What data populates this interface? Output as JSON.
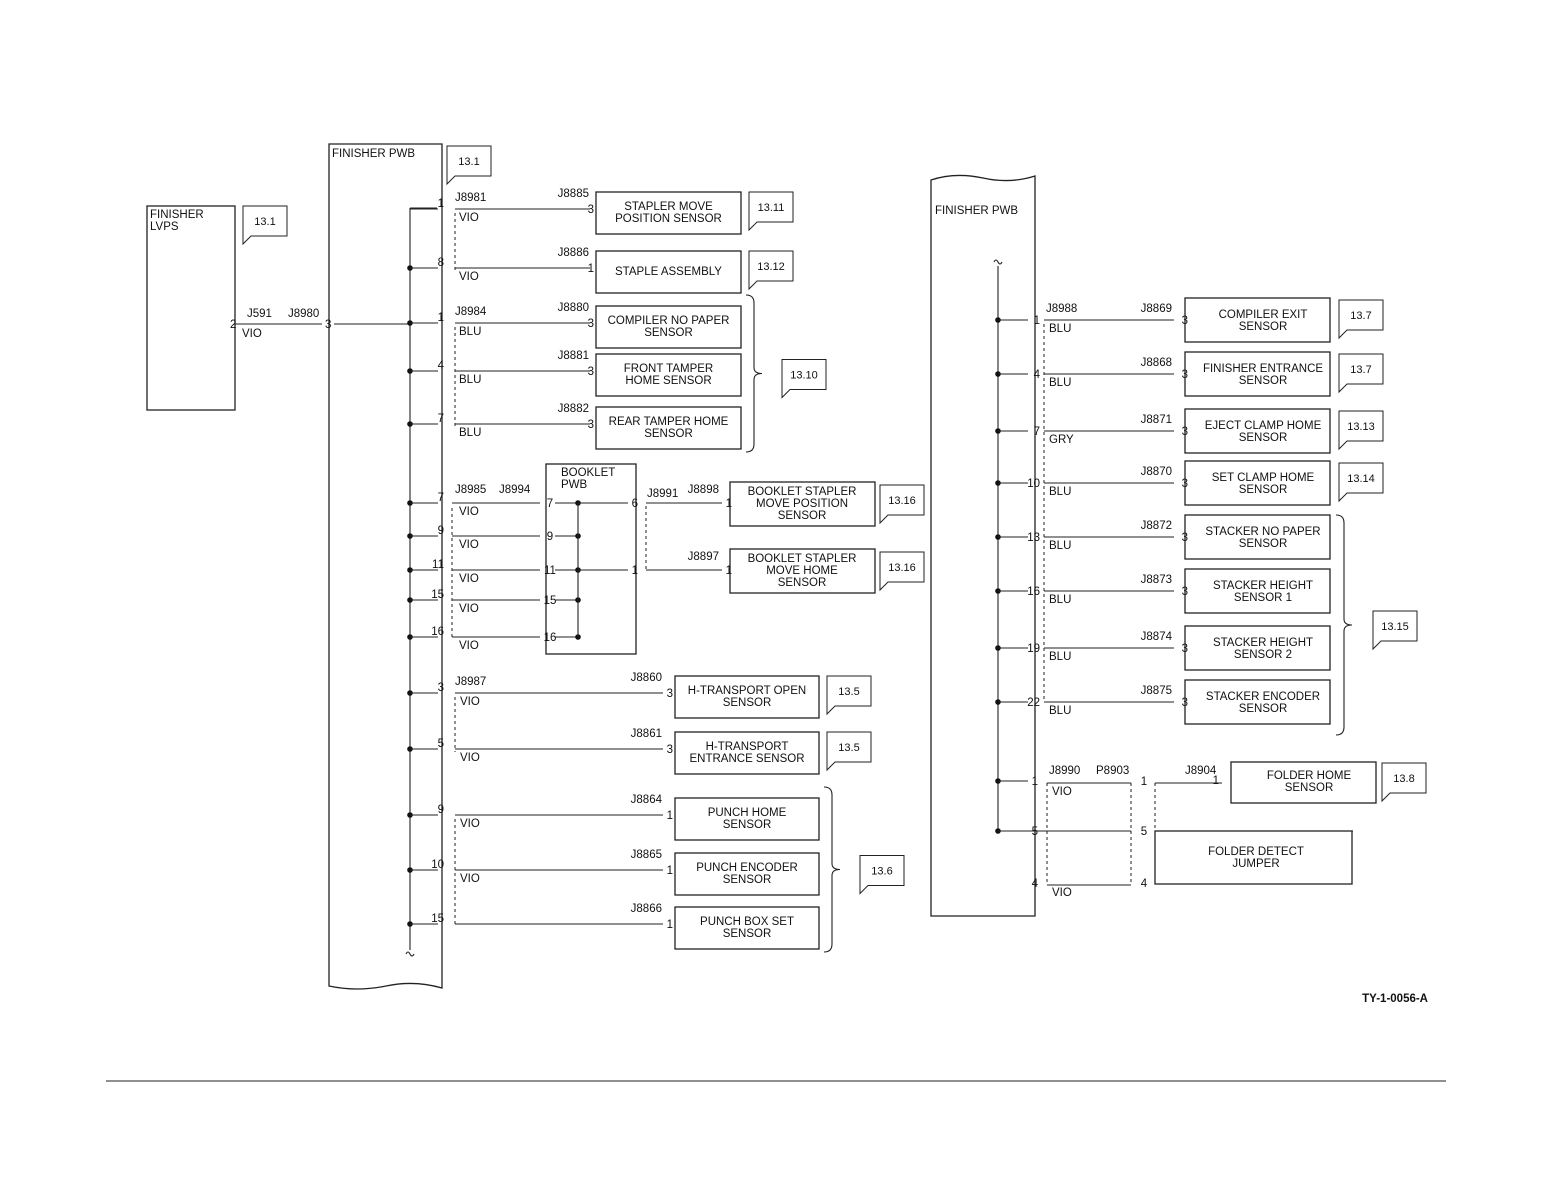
{
  "diagram_id": "TY-1-0056-A",
  "lvps": {
    "title": [
      "FINISHER",
      "LVPS"
    ],
    "ref": "13.1",
    "pin": "2",
    "wire": "VIO",
    "conn_a": "J591",
    "conn_b": "J8980"
  },
  "pwb_left": {
    "title": "FINISHER PWB",
    "ref": "13.1",
    "input_pin": "3"
  },
  "pwb_right": {
    "title": "FINISHER PWB"
  },
  "booklet_pwb": {
    "title": [
      "BOOKLET",
      "PWB"
    ],
    "out_pins": [
      "6",
      "1"
    ],
    "conn_a": "J8985",
    "conn_b": "J8994",
    "conn_c": "J8991"
  },
  "left_groups": [
    {
      "conn": "J8981",
      "rows": [
        {
          "pin": "1",
          "wire": "VIO",
          "jack": "J8885",
          "cpin": "3",
          "label": [
            "STAPLER MOVE",
            "POSITION SENSOR"
          ],
          "ref": "13.11"
        },
        {
          "pin": "8",
          "wire": "VIO",
          "jack": "J8886",
          "cpin": "1",
          "label": [
            "STAPLE ASSEMBLY"
          ],
          "ref": "13.12"
        }
      ]
    },
    {
      "conn": "J8984",
      "bracket_ref": "13.10",
      "rows": [
        {
          "pin": "1",
          "wire": "BLU",
          "jack": "J8880",
          "cpin": "3",
          "label": [
            "COMPILER NO PAPER",
            "SENSOR"
          ]
        },
        {
          "pin": "4",
          "wire": "BLU",
          "jack": "J8881",
          "cpin": "3",
          "label": [
            "FRONT TAMPER",
            "HOME SENSOR"
          ]
        },
        {
          "pin": "7",
          "wire": "BLU",
          "jack": "J8882",
          "cpin": "3",
          "label": [
            "REAR TAMPER HOME",
            "SENSOR"
          ]
        }
      ]
    },
    {
      "rows": [
        {
          "pin": "7",
          "wire": "VIO",
          "bpin": "7"
        },
        {
          "pin": "9",
          "wire": "VIO",
          "bpin": "9"
        },
        {
          "pin": "11",
          "wire": "VIO",
          "bpin": "11"
        },
        {
          "pin": "15",
          "wire": "VIO",
          "bpin": "15"
        },
        {
          "pin": "16",
          "wire": "VIO",
          "bpin": "16"
        }
      ]
    },
    {
      "conn": "J8987",
      "rows": [
        {
          "pin": "3",
          "wire": "VIO",
          "jack": "J8860",
          "cpin": "3",
          "label": [
            "H-TRANSPORT OPEN",
            "SENSOR"
          ],
          "ref": "13.5"
        },
        {
          "pin": "5",
          "wire": "VIO",
          "jack": "J8861",
          "cpin": "3",
          "label": [
            "H-TRANSPORT",
            "ENTRANCE  SENSOR"
          ],
          "ref": "13.5"
        }
      ]
    },
    {
      "bracket_ref": "13.6",
      "rows": [
        {
          "pin": "9",
          "wire": "VIO",
          "jack": "J8864",
          "cpin": "1",
          "label": [
            "PUNCH HOME",
            "SENSOR"
          ]
        },
        {
          "pin": "10",
          "wire": "VIO",
          "jack": "J8865",
          "cpin": "1",
          "label": [
            "PUNCH ENCODER",
            "SENSOR"
          ]
        },
        {
          "pin": "15",
          "wire": "",
          "jack": "J8866",
          "cpin": "1",
          "label": [
            "PUNCH BOX SET",
            "SENSOR"
          ]
        }
      ]
    }
  ],
  "booklet_sensors": [
    {
      "jack": "J8898",
      "cpin": "1",
      "label": [
        "BOOKLET STAPLER",
        "MOVE POSITION",
        "SENSOR"
      ],
      "ref": "13.16"
    },
    {
      "jack": "J8897",
      "cpin": "1",
      "label": [
        "BOOKLET STAPLER",
        "MOVE HOME",
        "SENSOR"
      ],
      "ref": "13.16"
    }
  ],
  "right_groups": [
    {
      "conn": "J8988",
      "bracket_ref": "13.15",
      "rows": [
        {
          "pin": "1",
          "wire": "BLU",
          "jack": "J8869",
          "cpin": "3",
          "label": [
            "COMPILER EXIT",
            "SENSOR"
          ],
          "ref": "13.7"
        },
        {
          "pin": "4",
          "wire": "BLU",
          "jack": "J8868",
          "cpin": "3",
          "label": [
            "FINISHER ENTRANCE",
            "SENSOR"
          ],
          "ref": "13.7"
        },
        {
          "pin": "7",
          "wire": "GRY",
          "jack": "J8871",
          "cpin": "3",
          "label": [
            "EJECT CLAMP HOME",
            "SENSOR"
          ],
          "ref": "13.13"
        },
        {
          "pin": "10",
          "wire": "BLU",
          "jack": "J8870",
          "cpin": "3",
          "label": [
            "SET CLAMP HOME",
            "SENSOR"
          ],
          "ref": "13.14"
        },
        {
          "pin": "13",
          "wire": "BLU",
          "jack": "J8872",
          "cpin": "3",
          "label": [
            "STACKER NO PAPER",
            "SENSOR"
          ]
        },
        {
          "pin": "16",
          "wire": "BLU",
          "jack": "J8873",
          "cpin": "3",
          "label": [
            "STACKER HEIGHT",
            "SENSOR 1"
          ]
        },
        {
          "pin": "19",
          "wire": "BLU",
          "jack": "J8874",
          "cpin": "3",
          "label": [
            "STACKER HEIGHT",
            "SENSOR 2"
          ]
        },
        {
          "pin": "22",
          "wire": "BLU",
          "jack": "J8875",
          "cpin": "3",
          "label": [
            "STACKER ENCODER",
            "SENSOR"
          ]
        }
      ]
    }
  ],
  "folder": {
    "conn_a": "J8990",
    "conn_b": "P8903",
    "jack": "J8904",
    "pins_a": [
      "1",
      "5",
      "4"
    ],
    "pins_b": [
      "1",
      "5",
      "4"
    ],
    "wire_top": "VIO",
    "wire_bottom": "VIO",
    "sensor": {
      "label": [
        "FOLDER HOME",
        "SENSOR"
      ],
      "ref": "13.8"
    },
    "jumper": {
      "label": [
        "FOLDER DETECT",
        "JUMPER"
      ]
    }
  }
}
